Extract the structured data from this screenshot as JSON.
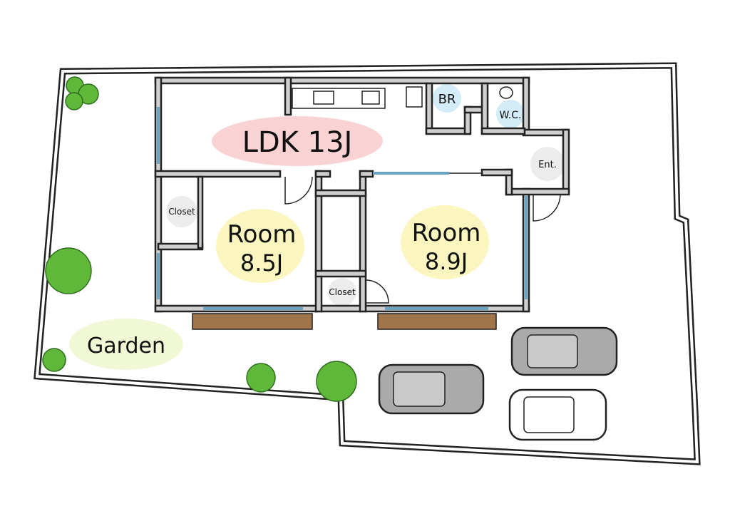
{
  "title": "Floor plan",
  "rooms": {
    "ldk": "LDK 13J",
    "bathroom": "BR",
    "toilet": "W.C.",
    "entrance": "Ent.",
    "closet_left": "Closet",
    "closet_center": "Closet",
    "room_left_name": "Room",
    "room_left_size": "8.5J",
    "room_right_name": "Room",
    "room_right_size": "8.9J",
    "garden": "Garden"
  },
  "colors": {
    "ldk_highlight": "#f9d3d3",
    "room_highlight": "#fbf6bf",
    "garden_highlight": "#f1f8d6",
    "wet_area_highlight": "#d3ecf7",
    "deck": "#a0754c",
    "tree": "#5fb83a"
  }
}
